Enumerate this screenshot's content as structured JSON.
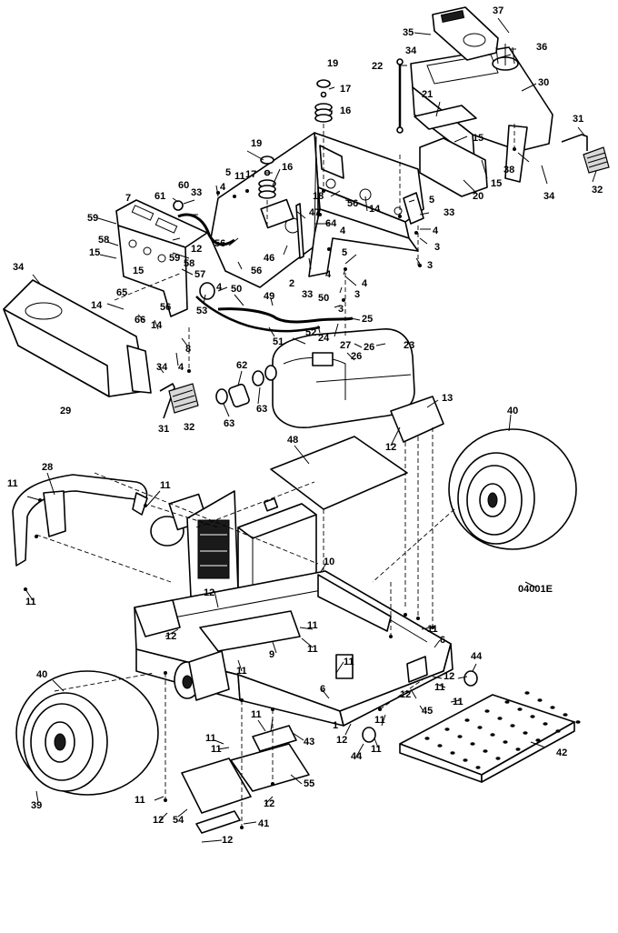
{
  "drawing_code": "04001E",
  "callout_numbers": [
    "1",
    "2",
    "3",
    "4",
    "5",
    "6",
    "7",
    "8",
    "9",
    "10",
    "11",
    "12",
    "13",
    "14",
    "15",
    "16",
    "17",
    "18",
    "19",
    "20",
    "21",
    "22",
    "23",
    "24",
    "25",
    "26",
    "27",
    "28",
    "29",
    "30",
    "31",
    "32",
    "33",
    "34",
    "35",
    "36",
    "37",
    "38",
    "39",
    "40",
    "41",
    "42",
    "43",
    "44",
    "45",
    "46",
    "47",
    "48",
    "49",
    "50",
    "51",
    "52",
    "53",
    "54",
    "55",
    "56",
    "57",
    "58",
    "59",
    "60",
    "61",
    "62",
    "63",
    "64",
    "65",
    "66"
  ],
  "callouts": {
    "c1": "1",
    "c2": "2",
    "c3": "3",
    "c3b": "3",
    "c3c": "3",
    "c3d": "3",
    "c4a": "4",
    "c4b": "4",
    "c4c": "4",
    "c4d": "4",
    "c4e": "4",
    "c4f": "4",
    "c4g": "4",
    "c4h": "4",
    "c5a": "5",
    "c5b": "5",
    "c5c": "5",
    "c6a": "6",
    "c6b": "6",
    "c7": "7",
    "c8": "8",
    "c9": "9",
    "c10": "10",
    "c11a": "11",
    "c11b": "11",
    "c11c": "11",
    "c11d": "11",
    "c11e": "11",
    "c11f": "11",
    "c11g": "11",
    "c11h": "11",
    "c11i": "11",
    "c11j": "11",
    "c11k": "11",
    "c11l": "11",
    "c11m": "11",
    "c11n": "11",
    "c11o": "11",
    "c12a": "12",
    "c12b": "12",
    "c12c": "12",
    "c12d": "12",
    "c12e": "12",
    "c12f": "12",
    "c12g": "12",
    "c12h": "12",
    "c12i": "12",
    "c12j": "12",
    "c12k": "12",
    "c13": "13",
    "c14a": "14",
    "c14b": "14",
    "c14c": "14",
    "c14d": "14",
    "c15a": "15",
    "c15b": "15",
    "c15c": "15",
    "c15d": "15",
    "c16a": "16",
    "c16b": "16",
    "c17a": "17",
    "c17b": "17",
    "c18": "18",
    "c19a": "19",
    "c19b": "19",
    "c20": "20",
    "c21": "21",
    "c22": "22",
    "c23": "23",
    "c24": "24",
    "c25": "25",
    "c26": "26",
    "c27": "27",
    "c28": "28",
    "c29": "29",
    "c30": "30",
    "c31a": "31",
    "c31b": "31",
    "c32a": "32",
    "c32b": "32",
    "c33a": "33",
    "c33b": "33",
    "c33c": "33",
    "c34a": "34",
    "c34b": "34",
    "c34c": "34",
    "c34d": "34",
    "c35": "35",
    "c36": "36",
    "c37": "37",
    "c38": "38",
    "c39": "39",
    "c40a": "40",
    "c40b": "40",
    "c41": "41",
    "c42": "42",
    "c43": "43",
    "c44a": "44",
    "c44b": "44",
    "c45": "45",
    "c46": "46",
    "c47": "47",
    "c48": "48",
    "c49": "49",
    "c50a": "50",
    "c50b": "50",
    "c51": "51",
    "c52": "52",
    "c53": "53",
    "c54": "54",
    "c55": "55",
    "c56a": "56",
    "c56b": "56",
    "c56c": "56",
    "c56d": "56",
    "c57": "57",
    "c58a": "58",
    "c58b": "58",
    "c59a": "59",
    "c59b": "59",
    "c60": "60",
    "c61": "61",
    "c62": "62",
    "c63a": "63",
    "c63b": "63",
    "c64": "64",
    "c65": "65",
    "c66": "66"
  }
}
